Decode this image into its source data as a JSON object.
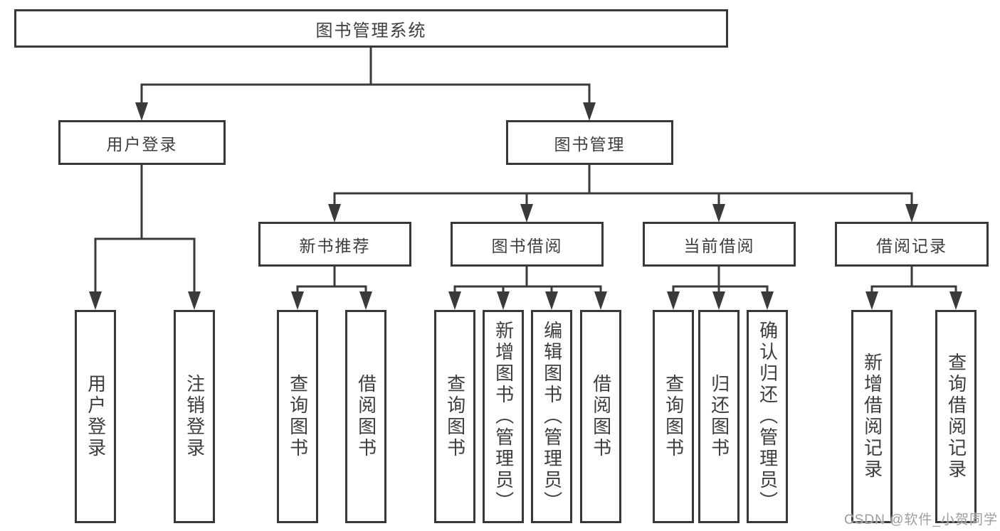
{
  "nodes": {
    "root": {
      "label": "图书管理系统"
    },
    "user_login": {
      "label": "用户登录"
    },
    "book_mgmt": {
      "label": "图书管理"
    },
    "new_book_rec": {
      "label": "新书推荐"
    },
    "book_borrow": {
      "label": "图书借阅"
    },
    "current_borrow": {
      "label": "当前借阅"
    },
    "borrow_records": {
      "label": "借阅记录"
    },
    "leaf_user_login": {
      "label": "用户登录"
    },
    "leaf_logout": {
      "label": "注销登录"
    },
    "leaf_newbook_query": {
      "label": "查询图书"
    },
    "leaf_newbook_borrow": {
      "label": "借阅图书"
    },
    "leaf_borrow_query": {
      "label": "查询图书"
    },
    "leaf_borrow_add": {
      "label": "新增图书（管理员）"
    },
    "leaf_borrow_edit": {
      "label": "编辑图书（管理员）"
    },
    "leaf_borrow_borrow": {
      "label": "借阅图书"
    },
    "leaf_current_query": {
      "label": "查询图书"
    },
    "leaf_current_return": {
      "label": "归还图书"
    },
    "leaf_current_confirm": {
      "label": "确认归还（管理员）"
    },
    "leaf_records_add": {
      "label": "新增借阅记录"
    },
    "leaf_records_query": {
      "label": "查询借阅记录"
    }
  },
  "hierarchy": {
    "root": [
      "user_login",
      "book_mgmt"
    ],
    "user_login": [
      "leaf_user_login",
      "leaf_logout"
    ],
    "book_mgmt": [
      "new_book_rec",
      "book_borrow",
      "current_borrow",
      "borrow_records"
    ],
    "new_book_rec": [
      "leaf_newbook_query",
      "leaf_newbook_borrow"
    ],
    "book_borrow": [
      "leaf_borrow_query",
      "leaf_borrow_add",
      "leaf_borrow_edit",
      "leaf_borrow_borrow"
    ],
    "current_borrow": [
      "leaf_current_query",
      "leaf_current_return",
      "leaf_current_confirm"
    ],
    "borrow_records": [
      "leaf_records_add",
      "leaf_records_query"
    ]
  },
  "watermark": {
    "text": "CSDN @软件_小贺同学"
  },
  "colors": {
    "line": "#3a3a3a",
    "box_border": "#383838",
    "text": "#3d3d3d",
    "watermark": "#9d9d9d",
    "background": "#ffffff"
  }
}
